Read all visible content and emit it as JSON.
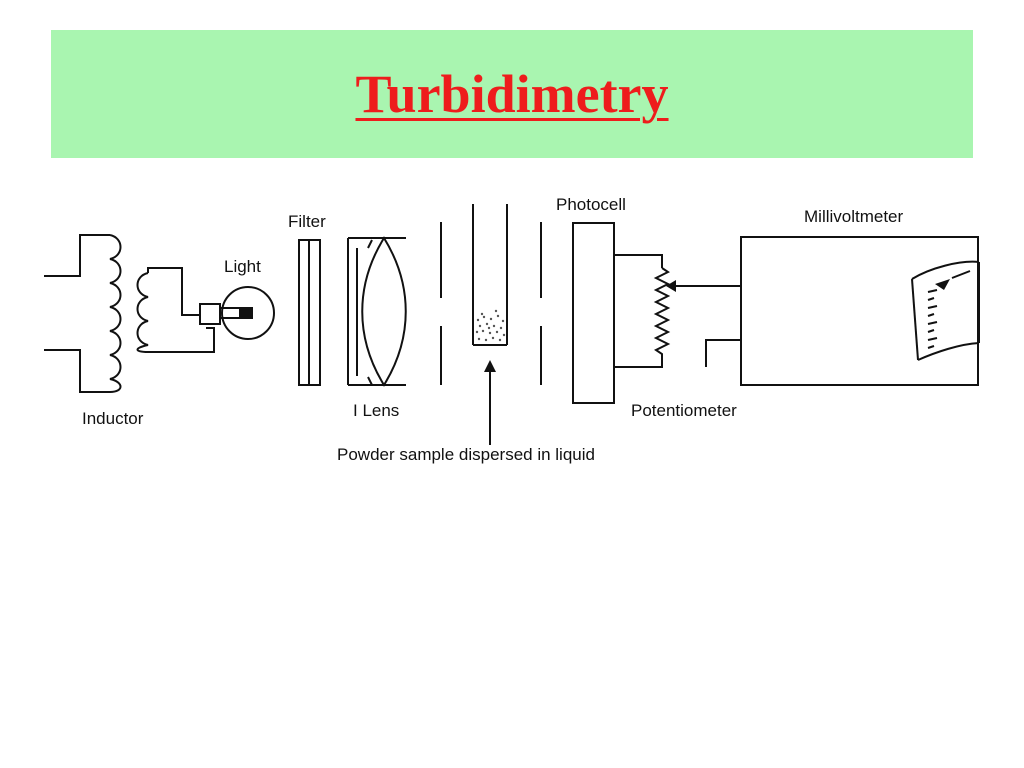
{
  "title": "Turbidimetry",
  "diagram": {
    "labels": {
      "inductor": "Inductor",
      "light": "Light",
      "filter": "Filter",
      "lens": "I Lens",
      "photocell": "Photocell",
      "millivoltmeter": "Millivoltmeter",
      "potentiometer": "Potentiometer",
      "sample": "Powder sample dispersed in liquid"
    }
  },
  "colors": {
    "banner": "#a9f5b0",
    "title": "#ee1c1c",
    "line": "#111111"
  }
}
